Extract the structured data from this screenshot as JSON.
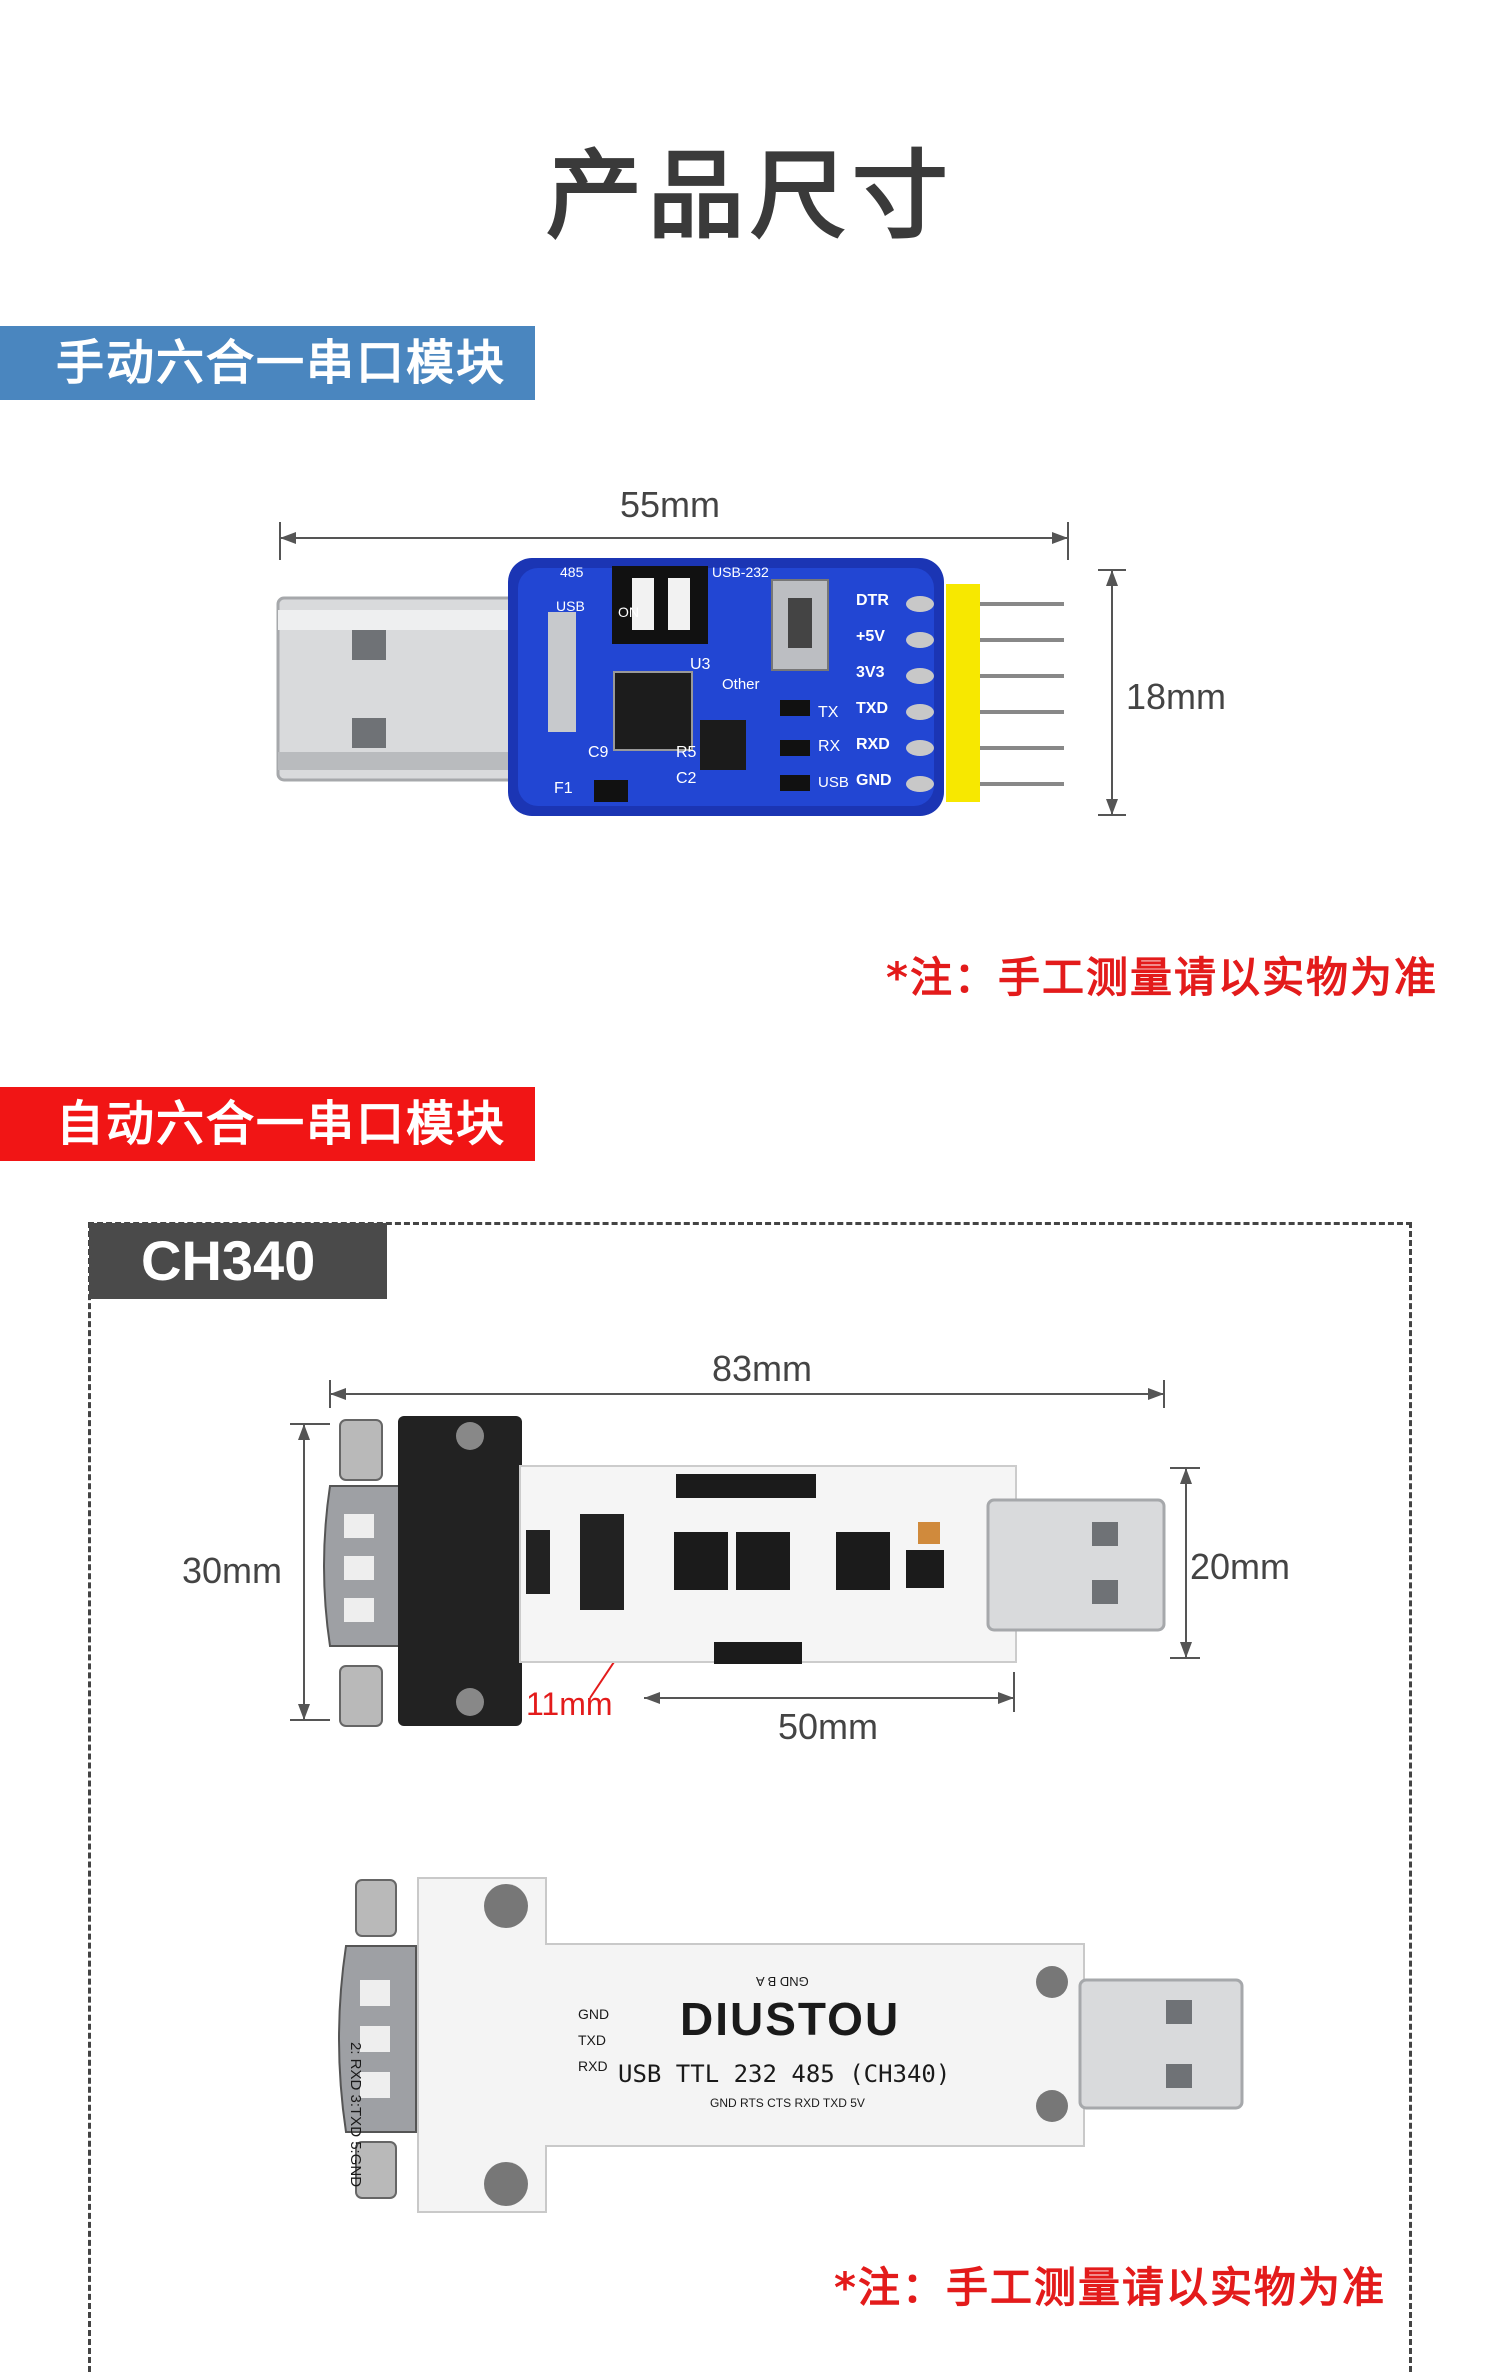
{
  "page": {
    "title": "产品尺寸",
    "section1": {
      "label": "手动六合一串口模块",
      "width_dim": "55mm",
      "height_dim": "18mm",
      "note": "*注：手工测量请以实物为准",
      "board_text": {
        "pin485": "485",
        "usb": "USB",
        "on": "ON",
        "usb232": "USB-232",
        "other": "Other",
        "u3": "U3",
        "c9": "C9",
        "r5": "R5",
        "c2": "C2",
        "f1": "F1",
        "tx": "TX",
        "rx": "RX",
        "usb_led": "USB",
        "pins": [
          "DTR",
          "+5V",
          "3V3",
          "TXD",
          "RXD",
          "GND"
        ]
      }
    },
    "section2": {
      "label": "自动六合一串口模块",
      "chip": "CH340",
      "dim_top": "83mm",
      "dim_left": "30mm",
      "dim_right": "20mm",
      "dim_hole": "11mm",
      "dim_bottom": "50mm",
      "back_brand": "DIUSTOU",
      "back_model": "USB TTL 232 485 (CH340)",
      "back_pins_left": [
        "GND",
        "TXD",
        "RXD"
      ],
      "back_rs232": "2: RXD  3:TXD  5:GND",
      "back_pins_bottom": "GND RTS CTS RXD TXD 5V",
      "back_gnd": "GND B A",
      "note": "*注：手工测量请以实物为准"
    }
  }
}
